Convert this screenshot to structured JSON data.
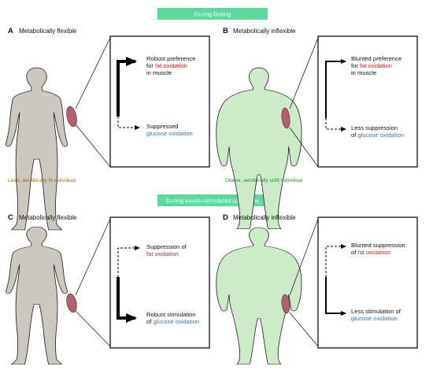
{
  "banners": {
    "fasting": "During fasting",
    "insulin": "During insulin-stimulated conditions"
  },
  "panels": {
    "A": {
      "letter": "A",
      "title": "Metabolically flexible",
      "caption": "Lean, aerobically fit individual",
      "top_lines": [
        "Robust preference",
        "for ",
        "fat oxidation",
        "in muscle"
      ],
      "bottom_lines": [
        "Suppressed",
        "glucose oxidation"
      ]
    },
    "B": {
      "letter": "B",
      "title": "Metabolically inflexible",
      "caption": "Obese, aerobically unfit individual",
      "top_lines": [
        "Blunted preference",
        "for ",
        "fat oxidation",
        "in muscle"
      ],
      "bottom_lines": [
        "Less suppression",
        "of ",
        "glucose oxidation"
      ]
    },
    "C": {
      "letter": "C",
      "title": "Metabolically flexible",
      "top_lines": [
        "Suppression of",
        "fat oxidation"
      ],
      "bottom_lines": [
        "Robust stimulation",
        "of ",
        "glucose oxidation"
      ]
    },
    "D": {
      "letter": "D",
      "title": "Metabolically inflexible",
      "top_lines": [
        "Blunted suppression",
        "of ",
        "fat oxidation"
      ],
      "bottom_lines": [
        "Less stimulation of",
        "glucose oxidation"
      ]
    }
  },
  "colors": {
    "banner": "#5fd8a0",
    "lean_body": "#ccc8c0",
    "obese_body": "#cdebc8",
    "muscle": "#b0606e",
    "fat_text": "#d42a2a",
    "glucose_text": "#2a78d8",
    "caption_lean": "#9a6a1a",
    "caption_obese": "#2f8a2f"
  }
}
